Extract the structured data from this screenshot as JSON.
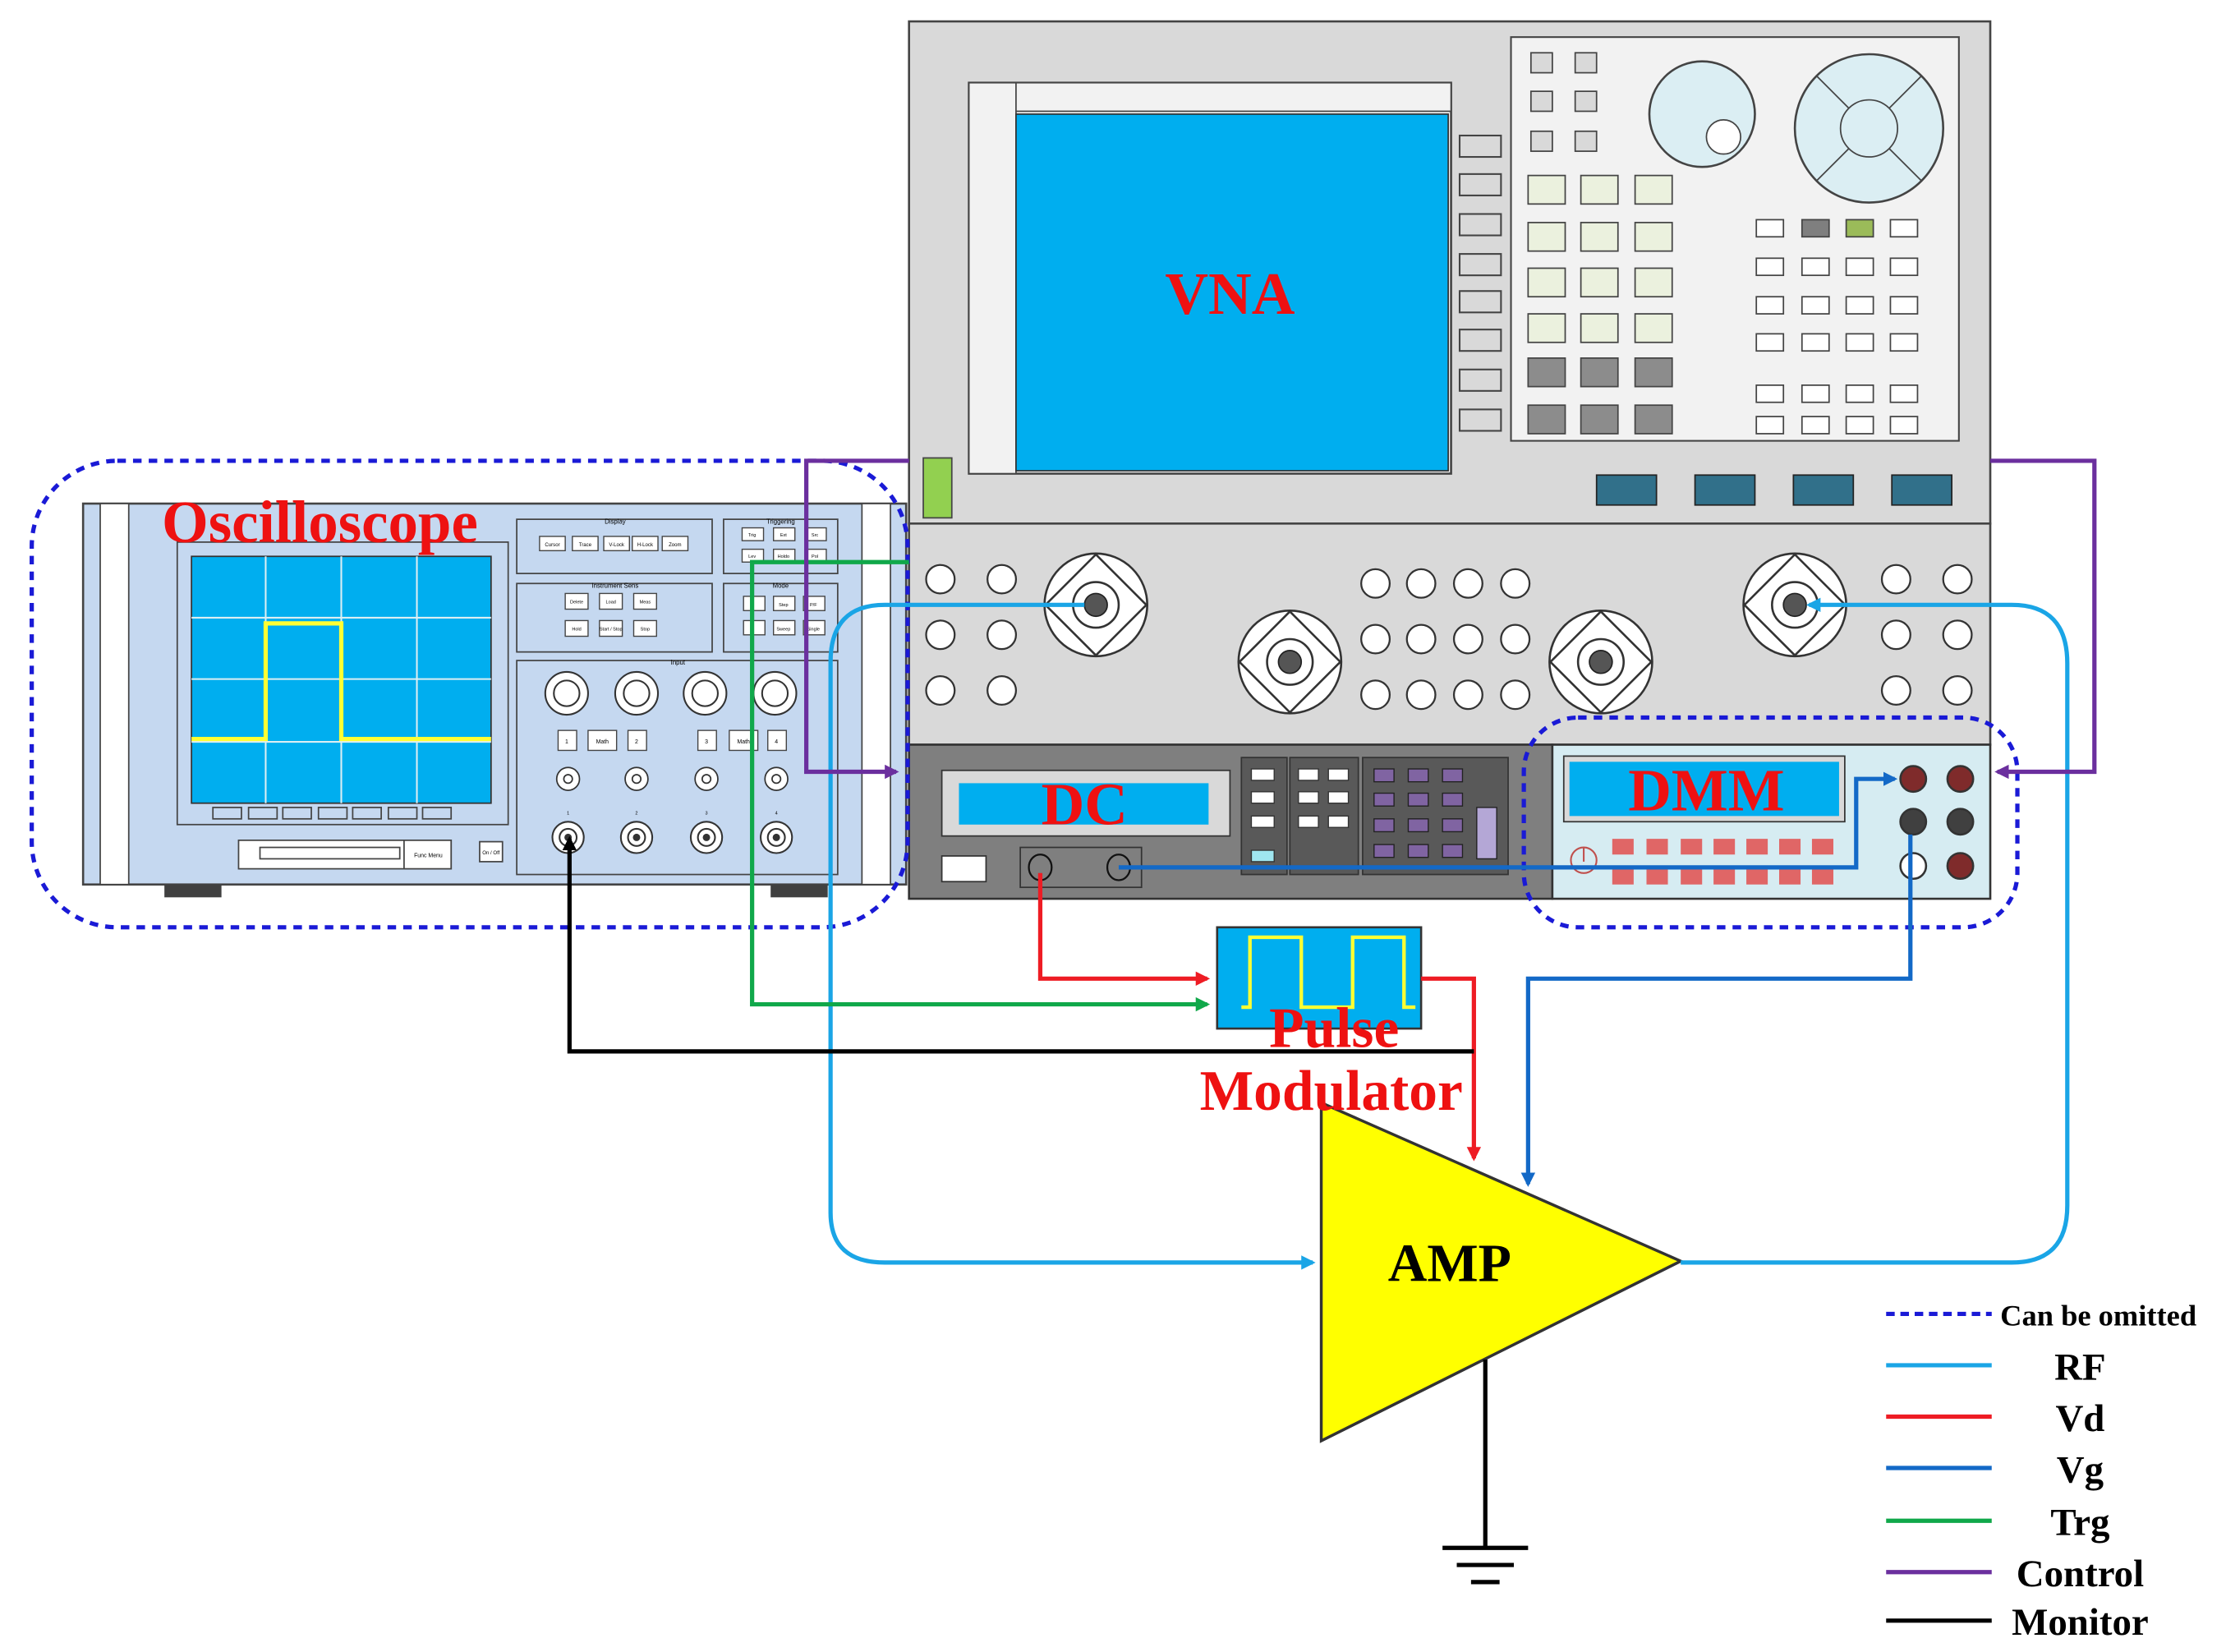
{
  "instruments": {
    "vna": {
      "label": "VNA"
    },
    "oscilloscope": {
      "label": "Oscilloscope",
      "panel": {
        "display_title": "Display",
        "display_buttons": [
          "Cursor",
          "Trace",
          "V-Lock",
          "H-Lock",
          "Zoom"
        ],
        "triggering_title": "Triggering",
        "triggering_buttons": [
          "Trig",
          "Ext",
          "Src",
          "Lev",
          "Holdo",
          "Pol"
        ],
        "measure_title": "Instrument Sens",
        "measure_buttons": [
          "Delete",
          "Load",
          "Meas",
          "Hold",
          "Start / Stop",
          "Stop"
        ],
        "mode_title": "Mode",
        "mode_buttons": [
          "",
          "Step",
          "P/F",
          "",
          "Sweep",
          "Single"
        ],
        "input_title": "Input",
        "math_buttons": [
          "1",
          "Math",
          "2",
          "3",
          "Math",
          "4"
        ],
        "channel_labels": [
          "1",
          "2",
          "3",
          "4"
        ],
        "func_button": "Func Menu",
        "onoff_button": "On / Off"
      }
    },
    "dc": {
      "label": "DC"
    },
    "dmm": {
      "label": "DMM"
    },
    "pulse_modulator": {
      "label_line1": "Pulse",
      "label_line2": "Modulator"
    },
    "amp": {
      "label": "AMP"
    }
  },
  "legend": [
    {
      "name": "Can be omitted",
      "color": "#1a1ad6",
      "style": "dashed"
    },
    {
      "name": "RF",
      "color": "#1aa5e6",
      "style": "solid"
    },
    {
      "name": "Vd",
      "color": "#ee1c24",
      "style": "solid"
    },
    {
      "name": "Vg",
      "color": "#1369c7",
      "style": "solid"
    },
    {
      "name": "Trg",
      "color": "#10a84a",
      "style": "solid"
    },
    {
      "name": "Control",
      "color": "#6b2f9e",
      "style": "solid"
    },
    {
      "name": "Monitor",
      "color": "#000000",
      "style": "solid"
    }
  ],
  "colors": {
    "screen": "#00aeef",
    "trace": "#ffff33",
    "label_red": "#ee1111",
    "amp_fill": "#ffff00",
    "dashed_blue": "#1a1ad6",
    "osc_body": "#c5d8f0",
    "vna_body": "#d9d9d9",
    "dc_body": "#7f7f7f",
    "dmm_body": "#d6ecf2"
  }
}
